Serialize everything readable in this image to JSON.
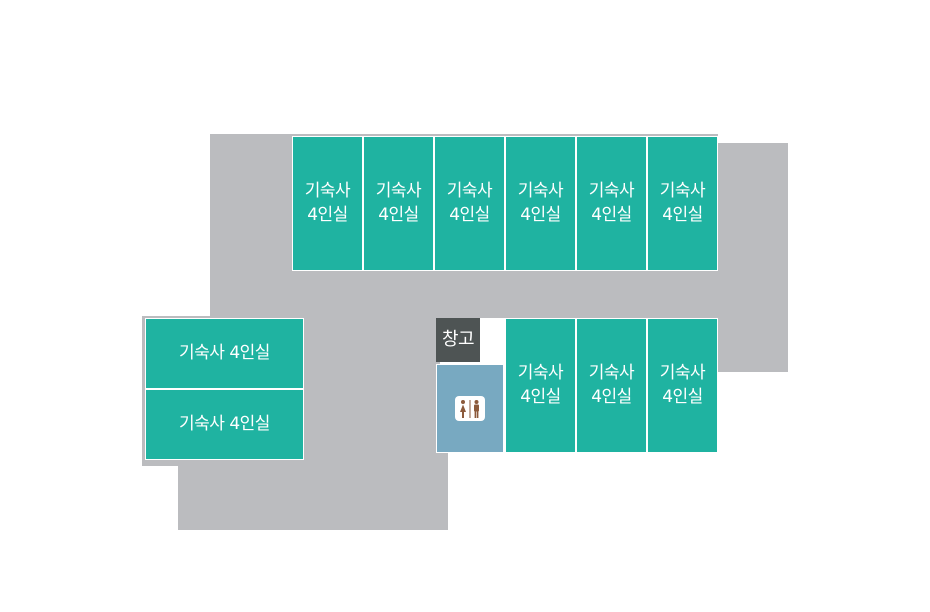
{
  "rooms": {
    "dorm_label_line1": "기숙사",
    "dorm_label_line2": "4인실",
    "dorm_label_inline": "기숙사 4인실",
    "storage_label": "창고",
    "restroom_icon": "restroom-icon"
  },
  "colors": {
    "dorm": "#1fb3a1",
    "storage": "#4e5454",
    "restroom": "#78a9c1",
    "floor": "#bbbcbf",
    "restroom_icon": "#8b5a3c"
  }
}
